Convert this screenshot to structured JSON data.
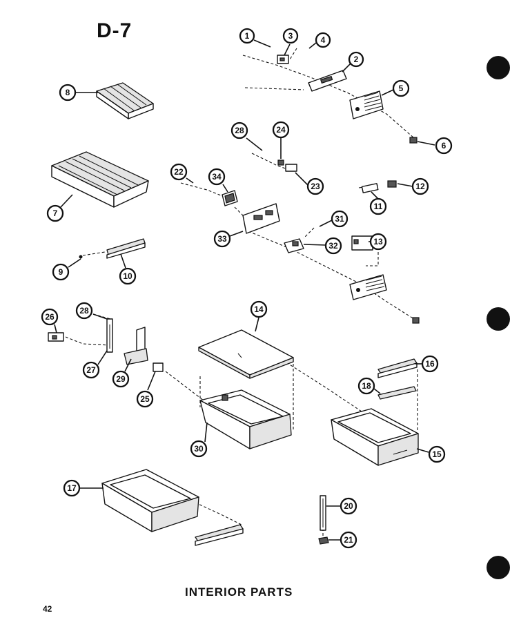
{
  "page_code": "D-7",
  "caption": "INTERIOR PARTS",
  "page_number": "42",
  "callouts": [
    "1",
    "3",
    "4",
    "2",
    "5",
    "8",
    "6",
    "28",
    "24",
    "22",
    "34",
    "23",
    "12",
    "11",
    "7",
    "31",
    "33",
    "32",
    "13",
    "9",
    "10",
    "14",
    "26",
    "28",
    "16",
    "18",
    "27",
    "29",
    "25",
    "30",
    "15",
    "17",
    "20",
    "21"
  ]
}
